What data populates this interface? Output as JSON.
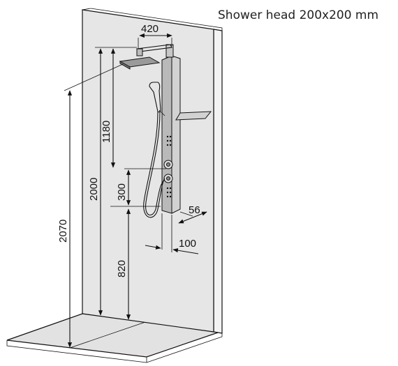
{
  "caption": "Shower head 200x200 mm",
  "dimensions": {
    "arm_reach": "420",
    "shower_head_height": "2070",
    "panel_height": "2000",
    "head_to_valve": "1180",
    "valve_spacing": "300",
    "base_height": "820",
    "panel_depth": "56",
    "panel_width": "100"
  }
}
